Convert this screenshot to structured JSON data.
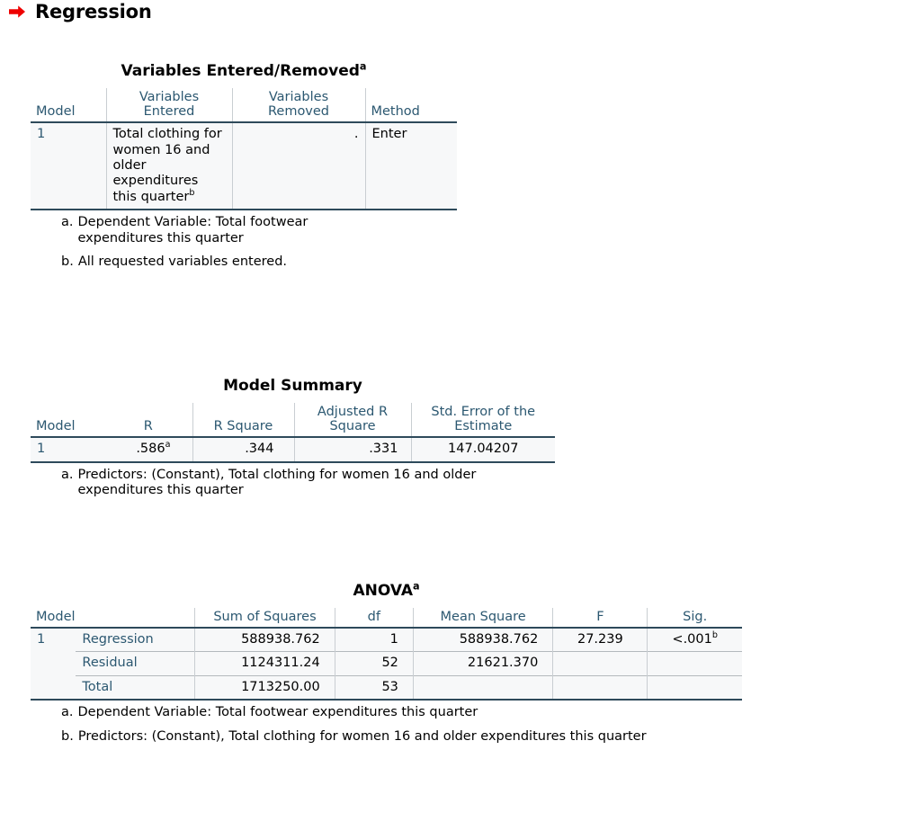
{
  "page": {
    "heading": "Regression",
    "arrow_color": "#ee0000",
    "header_text_color": "#2c5871",
    "rule_color": "#2e4a5b",
    "stub_bg": "#dcdcdc",
    "cell_bg": "#f7f8f9"
  },
  "variables_table": {
    "title": "Variables Entered/Removed",
    "title_sup": "a",
    "columns": [
      "Model",
      "Variables Entered",
      "Variables Removed",
      "Method"
    ],
    "rows": [
      {
        "model": "1",
        "variables_entered": "Total clothing for women 16 and older expenditures this quarter",
        "variables_entered_sup": "b",
        "variables_removed": ".",
        "method": "Enter"
      }
    ],
    "notes": [
      {
        "mark": "a.",
        "text": "Dependent Variable: Total footwear expenditures this quarter"
      },
      {
        "mark": "b.",
        "text": "All requested variables entered."
      }
    ]
  },
  "model_summary_table": {
    "title": "Model Summary",
    "columns": [
      "Model",
      "R",
      "R Square",
      "Adjusted R Square",
      "Std. Error of the Estimate"
    ],
    "rows": [
      {
        "model": "1",
        "r": ".586",
        "r_sup": "a",
        "r_square": ".344",
        "adjusted_r_square": ".331",
        "std_error": "147.04207"
      }
    ],
    "notes": [
      {
        "mark": "a.",
        "text": "Predictors: (Constant), Total clothing for women 16 and older expenditures this quarter"
      }
    ]
  },
  "anova_table": {
    "title": "ANOVA",
    "title_sup": "a",
    "columns": [
      "Model",
      "",
      "Sum of Squares",
      "df",
      "Mean Square",
      "F",
      "Sig."
    ],
    "rows": [
      {
        "model": "1",
        "source": "Regression",
        "sum_of_squares": "588938.762",
        "df": "1",
        "mean_square": "588938.762",
        "f": "27.239",
        "sig": "<.001",
        "sig_sup": "b"
      },
      {
        "model": "",
        "source": "Residual",
        "sum_of_squares": "1124311.24",
        "df": "52",
        "mean_square": "21621.370",
        "f": "",
        "sig": "",
        "sig_sup": ""
      },
      {
        "model": "",
        "source": "Total",
        "sum_of_squares": "1713250.00",
        "df": "53",
        "mean_square": "",
        "f": "",
        "sig": "",
        "sig_sup": ""
      }
    ],
    "notes": [
      {
        "mark": "a.",
        "text": "Dependent Variable: Total footwear expenditures this quarter"
      },
      {
        "mark": "b.",
        "text": "Predictors: (Constant), Total clothing for women 16 and older expenditures this quarter"
      }
    ]
  }
}
